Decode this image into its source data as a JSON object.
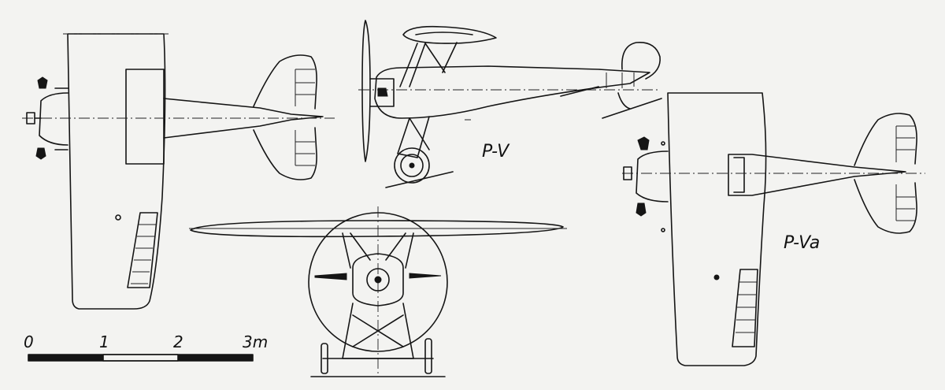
{
  "labels": {
    "model_left": "P-V",
    "model_right": "P-Va"
  },
  "scale_bar": {
    "ticks": [
      "0",
      "1",
      "2",
      "3m"
    ]
  },
  "colors": {
    "ink": "#151515",
    "paper": "#f3f3f1"
  }
}
